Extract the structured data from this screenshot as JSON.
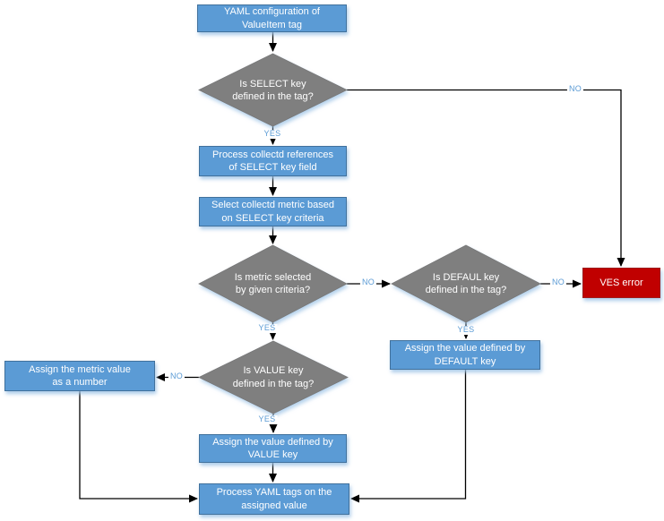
{
  "diagram": {
    "type": "flowchart",
    "nodes": {
      "start": {
        "label": "YAML configuration of\nValueItem tag"
      },
      "is_select_key": {
        "label": "Is SELECT key\ndefined in the tag?"
      },
      "process_references": {
        "label": "Process collectd references\nof SELECT key field"
      },
      "select_metric": {
        "label": "Select collectd metric based\non SELECT key criteria"
      },
      "is_metric_selected": {
        "label": "Is metric selected\nby given criteria?"
      },
      "is_default_key": {
        "label": "Is DEFAUL key\ndefined in the tag?"
      },
      "ves_error": {
        "label": "VES error"
      },
      "assign_default": {
        "label": "Assign the value defined by\nDEFAULT key"
      },
      "is_value_key": {
        "label": "Is VALUE key\ndefined in the tag?"
      },
      "assign_metric_number": {
        "label": "Assign the metric value\nas a number"
      },
      "assign_value": {
        "label": "Assign the value defined by\nVALUE key"
      },
      "process_yaml_tags": {
        "label": "Process YAML tags on the\nassigned value"
      }
    },
    "edge_labels": {
      "select_yes": "YES",
      "select_no": "NO",
      "metric_yes": "YES",
      "metric_no": "NO",
      "default_yes": "YES",
      "default_no": "NO",
      "value_yes": "YES",
      "value_no": "NO"
    },
    "colors": {
      "process_fill": "#5b9bd5",
      "process_border": "#41719c",
      "decision_fill": "#7f7f7f",
      "error_fill": "#c00000",
      "error_border": "#9e1d1d",
      "edge_label_text": "#5b9bd5",
      "connector": "#000000"
    }
  }
}
